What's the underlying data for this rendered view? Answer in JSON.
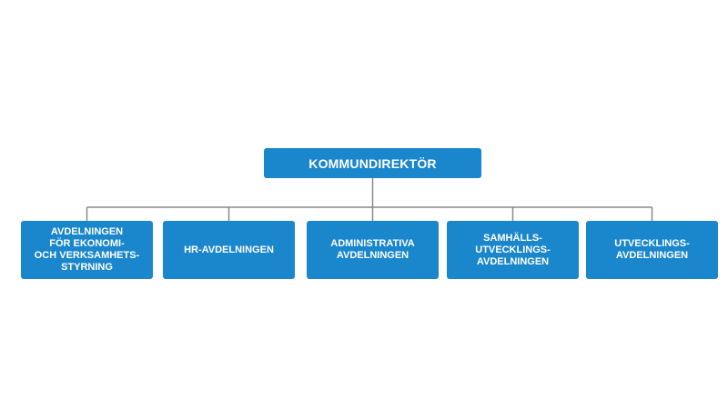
{
  "colors": {
    "box_fill": "#1a86cc",
    "box_text": "#ffffff",
    "connector": "#8a8a8a",
    "background": "#ffffff"
  },
  "org_chart": {
    "root": {
      "label": "KOMMUNDIREKTÖR"
    },
    "departments": [
      {
        "label": "AVDELNINGEN\nFÖR EKONOMI-\nOCH VERKSAMHETS-\nSTYRNING"
      },
      {
        "label": "HR-AVDELNINGEN"
      },
      {
        "label": "ADMINISTRATIVA\nAVDELNINGEN"
      },
      {
        "label": "SAMHÄLLS-\nUTVECKLINGS-\nAVDELNINGEN"
      },
      {
        "label": "UTVECKLINGS-\nAVDELNINGEN"
      }
    ]
  }
}
